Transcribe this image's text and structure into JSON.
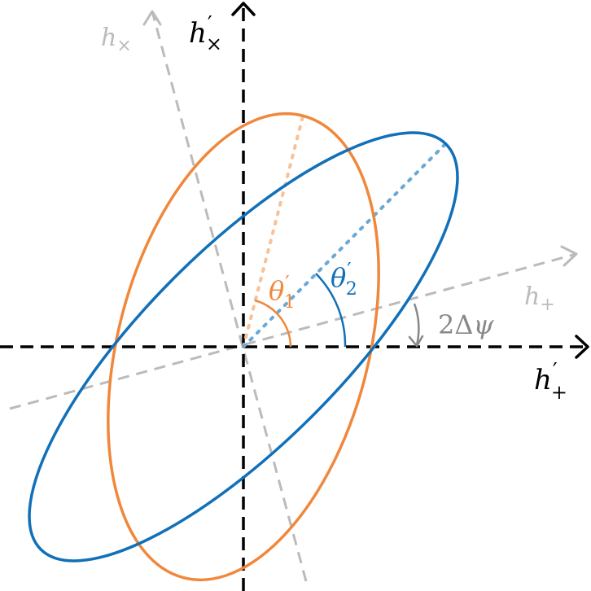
{
  "labels": {
    "h_cross_prime": "h",
    "h_cross_prime_sub": "×",
    "h_plus_prime": "h",
    "h_plus_prime_sub": "+",
    "h_cross": "h",
    "h_cross_sub": "×",
    "h_plus": "h",
    "h_plus_sub": "+",
    "theta1": "θ",
    "theta1_sub": "1",
    "theta2": "θ",
    "theta2_sub": "2",
    "prime": "′",
    "delta_psi_coef": "2",
    "delta_psi_delta": "Δ",
    "delta_psi_psi": "ψ"
  },
  "colors": {
    "axes": "#000000",
    "rotated_axes": "#bbbbbb",
    "ellipse_1": "#f0883c",
    "ellipse_1_light": "#f7c29a",
    "ellipse_2": "#1170b8",
    "ellipse_2_light": "#6aa8d6",
    "angle_arrow": "#888888"
  }
}
